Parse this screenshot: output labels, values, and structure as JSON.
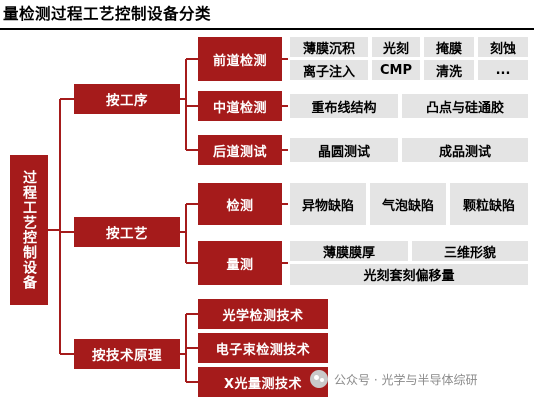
{
  "title": "量检测过程工艺控制设备分类",
  "root": "过程工艺控制设备",
  "groups": {
    "process": {
      "label": "按工序",
      "front": {
        "label": "前道检测",
        "items": [
          "薄膜沉积",
          "光刻",
          "掩膜",
          "刻蚀",
          "离子注入",
          "CMP",
          "清洗",
          "..."
        ]
      },
      "middle": {
        "label": "中道检测",
        "items": [
          "重布线结构",
          "凸点与硅通胶"
        ]
      },
      "back": {
        "label": "后道测试",
        "items": [
          "晶圆测试",
          "成品测试"
        ]
      }
    },
    "craft": {
      "label": "按工艺",
      "inspection": {
        "label": "检测",
        "items": [
          "异物缺陷",
          "气泡缺陷",
          "颗粒缺陷"
        ]
      },
      "metrology": {
        "label": "量测",
        "items": [
          "薄膜膜厚",
          "三维形貌",
          "光刻套刻偏移量"
        ]
      }
    },
    "principle": {
      "label": "按技术原理",
      "items": [
        "光学检测技术",
        "电子束检测技术",
        "X光量测技术"
      ]
    }
  },
  "watermark": "公众号 · 光学与半导体综研",
  "colors": {
    "node_red": "#a51b1b",
    "leaf_gray": "#e4e4e4",
    "line": "#a51b1b"
  }
}
